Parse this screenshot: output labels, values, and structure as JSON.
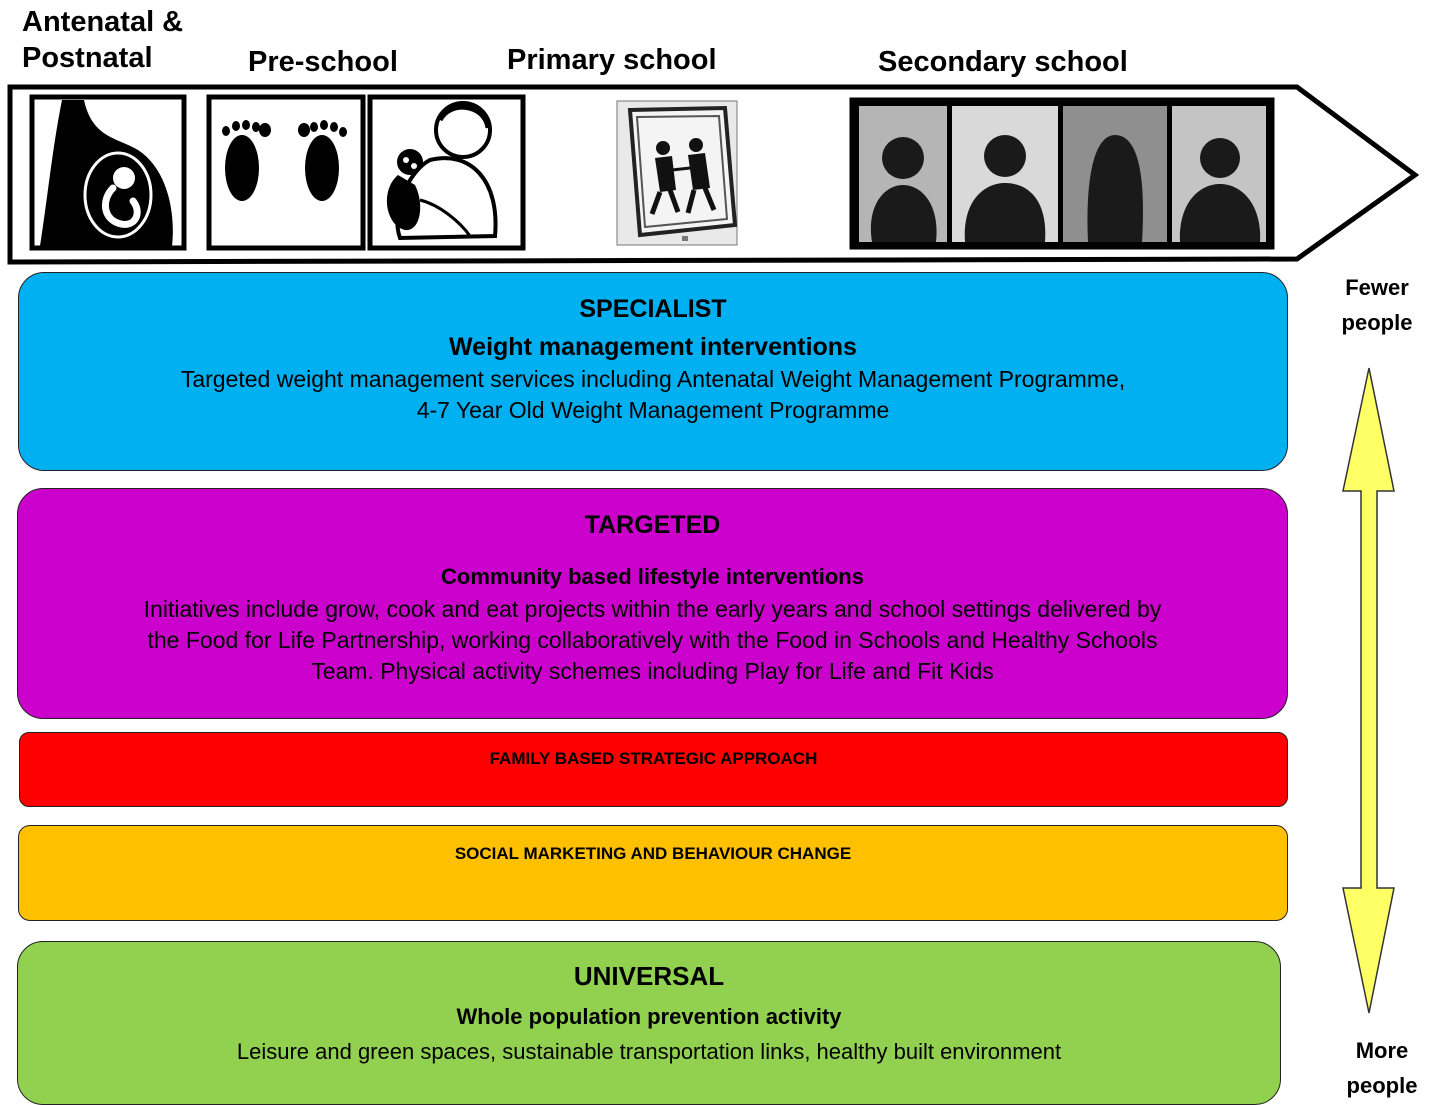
{
  "stages": [
    {
      "id": "antenatal",
      "line1": "Antenatal &",
      "line2": "Postnatal"
    },
    {
      "id": "preschool",
      "label": "Pre-school"
    },
    {
      "id": "primary",
      "label": "Primary school"
    },
    {
      "id": "secondary",
      "label": "Secondary school"
    }
  ],
  "tiers": {
    "specialist": {
      "heading": "SPECIALIST",
      "subheading": "Weight management interventions",
      "description_line1": "Targeted weight management services including Antenatal Weight Management Programme,",
      "description_line2": "4-7 Year Old Weight Management Programme",
      "color": "#00B0F0"
    },
    "targeted": {
      "heading": "TARGETED",
      "subheading": "Community based lifestyle interventions",
      "description_line1": "Initiatives include grow, cook and eat projects within the early years and school settings delivered by",
      "description_line2": "the Food for Life Partnership, working collaboratively with the Food in Schools and Healthy Schools",
      "description_line3": "Team.  Physical activity schemes including Play for Life and Fit Kids",
      "color": "#CC00CC"
    },
    "family": {
      "heading": "FAMILY BASED STRATEGIC APPROACH",
      "color": "#FF0000"
    },
    "social": {
      "heading": "SOCIAL MARKETING AND BEHAVIOUR CHANGE",
      "color": "#FFC000"
    },
    "universal": {
      "heading": "UNIVERSAL",
      "subheading": "Whole population prevention activity",
      "description": "Leisure and green spaces, sustainable transportation links, healthy built environment",
      "color": "#92D050"
    }
  },
  "scale": {
    "top_line1": "Fewer",
    "top_line2": "people",
    "bottom_line1": "More",
    "bottom_line2": "people",
    "arrow_color": "#FFFF66"
  },
  "icons": [
    "pregnancy-icon",
    "footprints-icon",
    "toddler-icon",
    "school-crossing-sign-icon",
    "teenagers-silhouettes-icon"
  ]
}
